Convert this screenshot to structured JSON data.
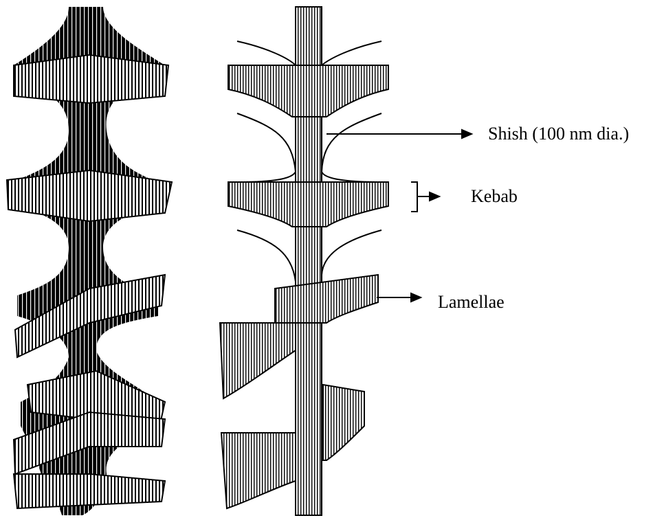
{
  "figure": {
    "labels": {
      "shish": "Shish (100 nm dia.)",
      "kebab": "Kebab",
      "lamellae": "Lamellae"
    },
    "colors": {
      "ink": "#000000",
      "paper": "#ffffff"
    }
  }
}
